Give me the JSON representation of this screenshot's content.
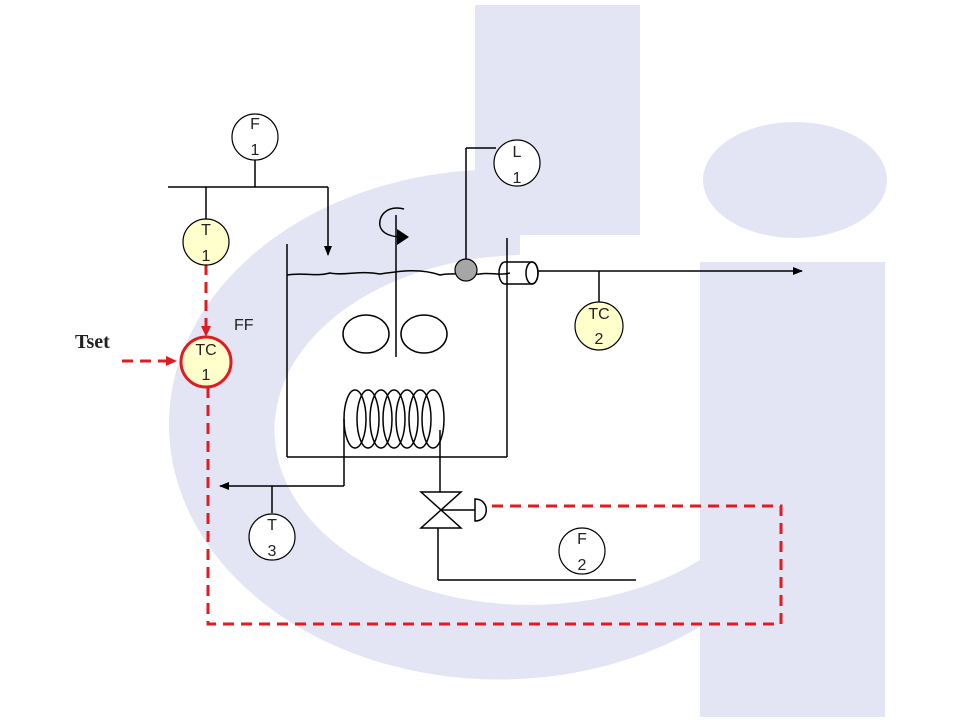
{
  "instruments": {
    "f1": {
      "line1": "F",
      "line2": "1"
    },
    "l1": {
      "line1": "L",
      "line2": "1"
    },
    "t1": {
      "line1": "T",
      "line2": "1"
    },
    "tc1": {
      "line1": "TC",
      "line2": "1"
    },
    "tc2": {
      "line1": "TC",
      "line2": "2"
    },
    "t3": {
      "line1": "T",
      "line2": "3"
    },
    "f2": {
      "line1": "F",
      "line2": "2"
    }
  },
  "labels": {
    "ff": "FF",
    "tset": "Tset"
  },
  "colors": {
    "instrument_fill": "#ffffcc",
    "plain_instrument_fill": "#ffffff",
    "signal_line": "#e11b22",
    "watermark": "#e4e5f4",
    "level_sensor": "#a6a6a6"
  }
}
